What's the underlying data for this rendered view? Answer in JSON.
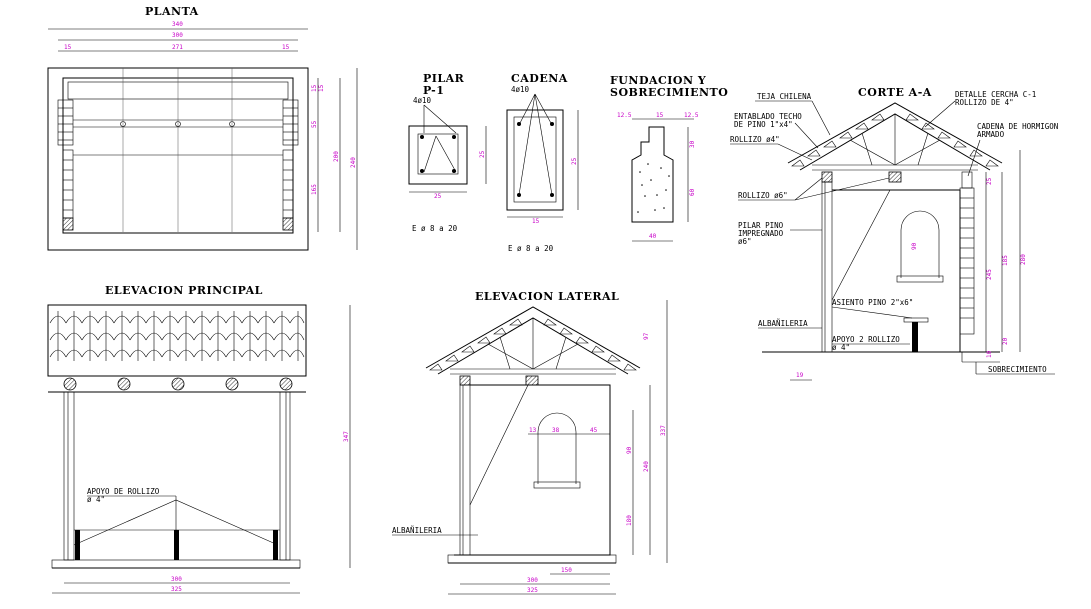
{
  "titles": {
    "planta": "PLANTA",
    "pilar_1": "PILAR",
    "pilar_2": "P-1",
    "cadena": "CADENA",
    "fundacion_1": "FUNDACION Y",
    "fundacion_2": "SOBRECIMIENTO",
    "corte": "CORTE A-A",
    "elev_principal": "ELEVACION PRINCIPAL",
    "elev_lateral": "ELEVACION LATERAL"
  },
  "labels": {
    "pilar_bars": "4ø10",
    "cadena_bars": "4ø10",
    "pilar_stirrup": "E ø 8 a 20",
    "cadena_stirrup": "E ø 8 a 20",
    "teja": "TEJA CHILENA",
    "entablado_1": "ENTABLADO TECHO",
    "entablado_2": "DE PINO 1\"x4\"",
    "rollizo4": "ROLLIZO ø4\"",
    "detalle_1": "DETALLE CERCHA C-1",
    "detalle_2": "ROLLIZO DE 4\"",
    "cadena_h_1": "CADENA DE HORMIGON",
    "cadena_h_2": "ARMADO",
    "rollizo6": "ROLLIZO ø6\"",
    "pilar_pino_1": "PILAR PINO",
    "pilar_pino_2": "IMPREGNADO",
    "pilar_pino_3": "ø6\"",
    "asiento": "ASIENTO PINO 2\"x6\"",
    "albanileria": "ALBAÑILERIA",
    "apoyo_c_1": "APOYO 2 ROLLIZO",
    "apoyo_c_2": "ø 4\"",
    "sobrecimiento": "SOBRECIMIENTO",
    "apoyo_e_1": "APOYO DE ROLLIZO",
    "apoyo_e_2": "ø 4\"",
    "albanileria_2": "ALBAÑILERIA"
  },
  "dims": {
    "planta_total": "340",
    "planta_inner": "300",
    "planta_left": "15",
    "planta_center": "271",
    "planta_right": "15",
    "planta_v1": "15",
    "planta_v2": "15",
    "planta_v3": "55",
    "planta_v4": "165",
    "planta_v5": "200",
    "planta_v6": "240",
    "pilar_w": "25",
    "pilar_h": "25",
    "cadena_w": "15",
    "cadena_h": "25",
    "fund_a": "12.5",
    "fund_b": "15",
    "fund_c": "12.5",
    "fund_d": "30",
    "fund_e": "60",
    "fund_w": "40",
    "corte_90": "90",
    "corte_25": "25",
    "corte_185": "185",
    "corte_245": "245",
    "corte_20": "20",
    "corte_10": "10",
    "corte_280": "280",
    "corte_19": "19",
    "ep_h": "347",
    "ep_w1": "300",
    "ep_w2": "325",
    "el_13": "13",
    "el_38": "38",
    "el_45": "45",
    "el_90": "90",
    "el_180": "180",
    "el_240": "240",
    "el_97": "97",
    "el_337": "337",
    "el_w1": "300",
    "el_w2": "325",
    "el_150": "150"
  }
}
